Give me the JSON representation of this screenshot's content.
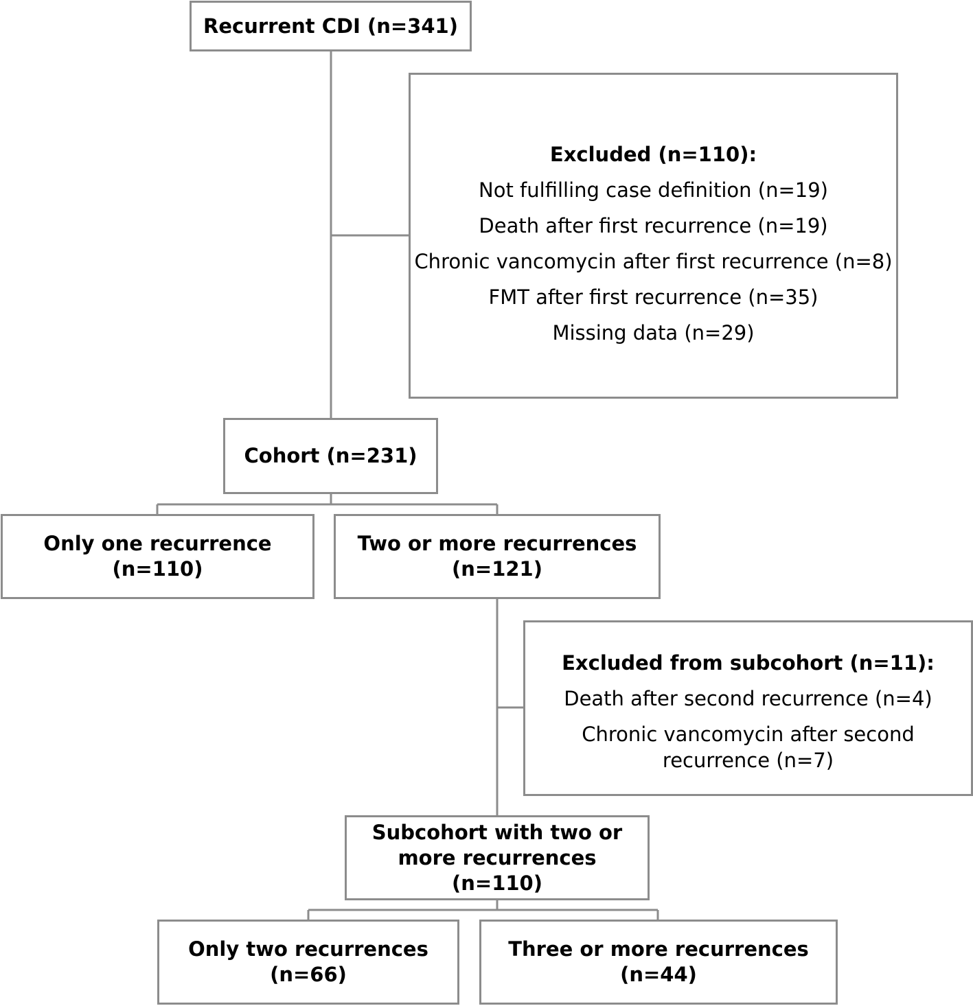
{
  "flowchart": {
    "top": {
      "label": "Recurrent CDI (n=341)"
    },
    "excluded_main": {
      "title": "Excluded (n=110):",
      "items": [
        "Not fulfilling case definition (n=19)",
        "Death after first recurrence (n=19)",
        "Chronic vancomycin after first recurrence (n=8)",
        "FMT after first recurrence (n=35)",
        "Missing data (n=29)"
      ]
    },
    "cohort": {
      "label": "Cohort (n=231)"
    },
    "one_recurrence": {
      "label": "Only one recurrence (n=110)"
    },
    "two_or_more": {
      "label": "Two or more recurrences (n=121)"
    },
    "excluded_sub": {
      "title": "Excluded from subcohort (n=11):",
      "items": [
        "Death after second recurrence (n=4)",
        "Chronic vancomycin after second recurrence (n=7)"
      ]
    },
    "subcohort": {
      "label": "Subcohort with two or more recurrences (n=110)"
    },
    "only_two": {
      "label": "Only two recurrences (n=66)"
    },
    "three_or_more": {
      "label": "Three or more recurrences (n=44)"
    }
  }
}
